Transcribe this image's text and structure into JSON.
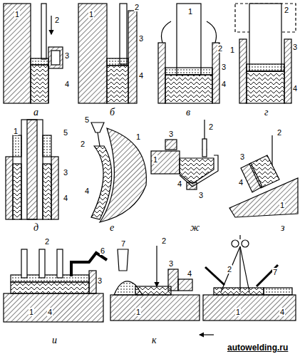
{
  "diagram": {
    "labels": [
      "1",
      "2",
      "3",
      "4",
      "а",
      "1",
      "2",
      "3",
      "4",
      "б",
      "1",
      "2",
      "3",
      "4",
      "в",
      "2",
      "1",
      "3",
      "4",
      "г",
      "1",
      "5",
      "3",
      "4",
      "д",
      "5",
      "2",
      "1",
      "4",
      "е",
      "3",
      "2",
      "1",
      "4",
      "3",
      "ж",
      "2",
      "3",
      "4",
      "1",
      "з",
      "2",
      "6",
      "3",
      "1",
      "4",
      "и",
      "7",
      "2",
      "3",
      "4",
      "1",
      "к",
      "2",
      "7",
      "1",
      "4",
      "autowelding.ru"
    ]
  }
}
